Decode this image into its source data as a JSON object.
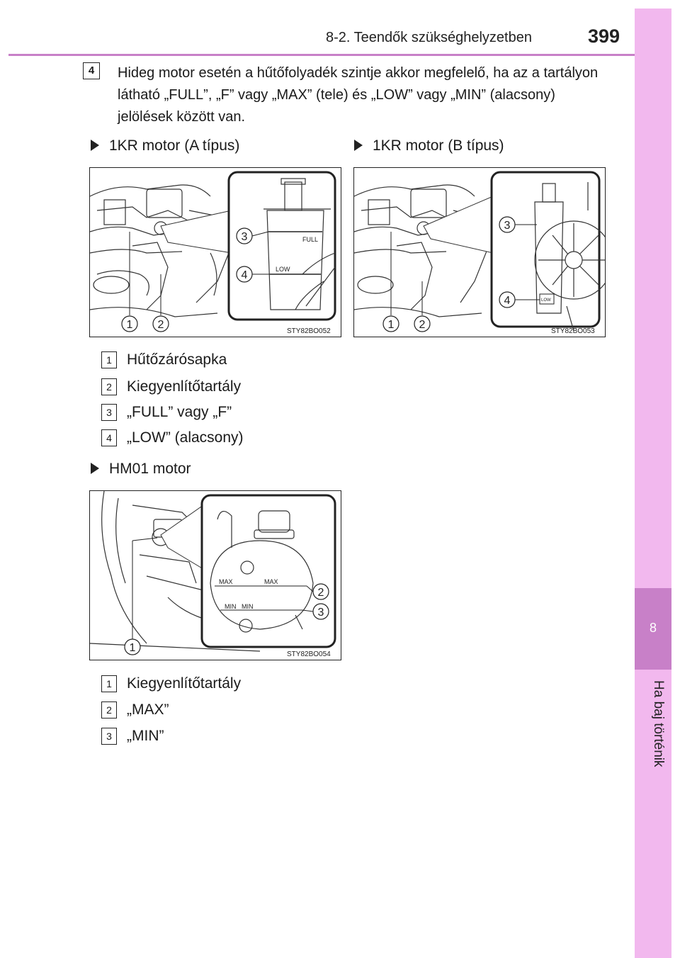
{
  "header": {
    "section_title": "8-2. Teendők szükséghelyzetben",
    "page_number": "399"
  },
  "sidebar": {
    "chapter_number": "8",
    "chapter_title": "Ha baj történik"
  },
  "step": {
    "number": "4",
    "text": "Hideg motor esetén a hűtőfolyadék szintje akkor megfelelő, ha az a tartályon látható „FULL”, „F” vagy „MAX” (tele) és „LOW” vagy „MIN” (alacsony) jelölések között van."
  },
  "figures": {
    "a": {
      "heading": "1KR motor (A típus)",
      "code": "STY82BO052",
      "callouts": [
        "1",
        "2",
        "3",
        "4"
      ],
      "labels": {
        "full": "FULL",
        "low": "LOW"
      }
    },
    "b": {
      "heading": "1KR motor (B típus)",
      "code": "STY82BO053",
      "callouts": [
        "1",
        "2",
        "3",
        "4"
      ],
      "labels": {
        "low": "LOW"
      }
    },
    "c": {
      "heading": "HM01 motor",
      "code": "STY82BO054",
      "callouts": [
        "1",
        "2",
        "3"
      ],
      "labels": {
        "max": "MAX",
        "min": "MIN"
      }
    }
  },
  "legend_1kr": [
    {
      "num": "1",
      "text": "Hűtőzárósapka"
    },
    {
      "num": "2",
      "text": "Kiegyenlítőtartály"
    },
    {
      "num": "3",
      "text": "„FULL” vagy „F”"
    },
    {
      "num": "4",
      "text": "„LOW” (alacsony)"
    }
  ],
  "legend_hm01": [
    {
      "num": "1",
      "text": "Kiegyenlítőtartály"
    },
    {
      "num": "2",
      "text": "„MAX”"
    },
    {
      "num": "3",
      "text": "„MIN”"
    }
  ]
}
